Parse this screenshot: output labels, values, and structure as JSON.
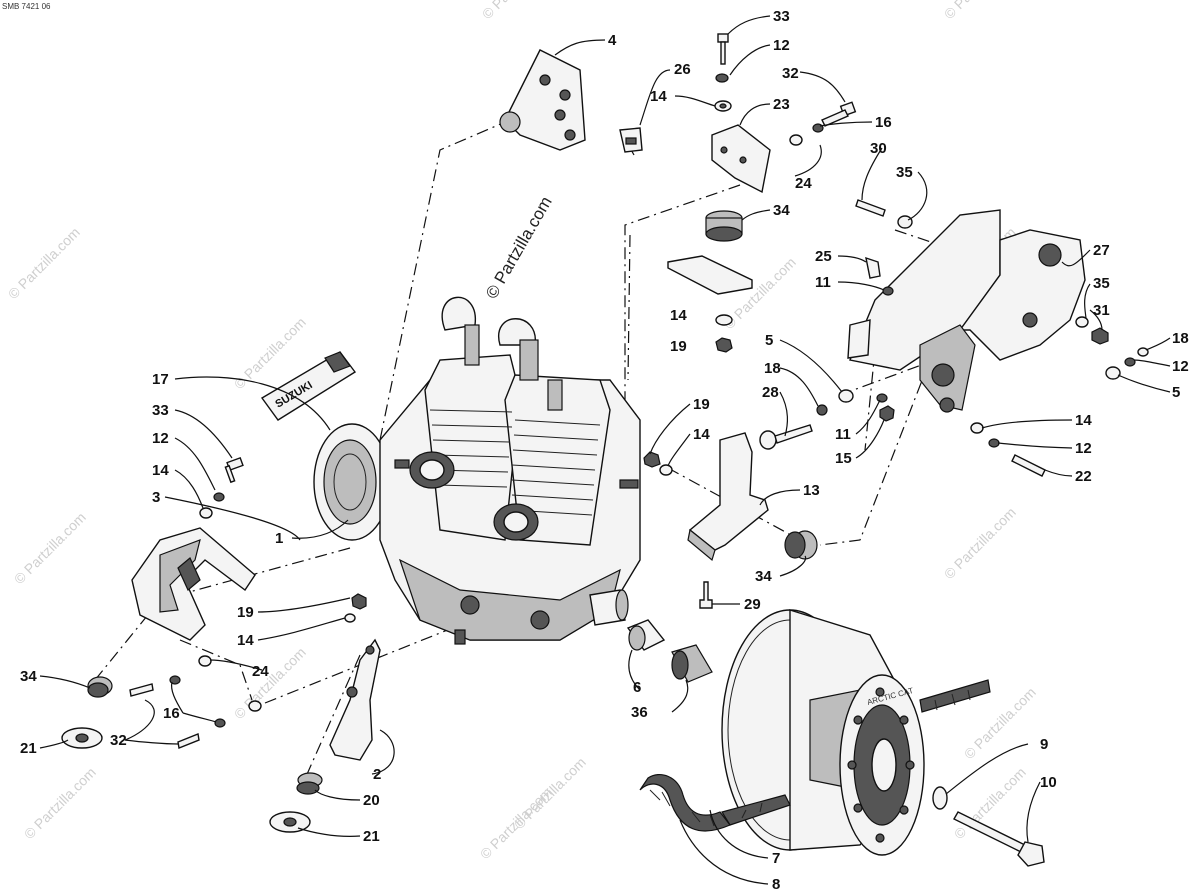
{
  "header_code": "SMB 7421 06",
  "watermark": "© Partzilla.com",
  "watermark_main": "© Partzilla.com",
  "decal_text": "SUZUKI",
  "clutch_text": "ARCTIC CAT",
  "callouts": {
    "c1": "1",
    "c2": "2",
    "c3": "3",
    "c4": "4",
    "c5a": "5",
    "c5b": "5",
    "c6": "6",
    "c7": "7",
    "c8": "8",
    "c9": "9",
    "c10": "10",
    "c11a": "11",
    "c11b": "11",
    "c12a": "12",
    "c12b": "12",
    "c12c": "12",
    "c12d": "12",
    "c13": "13",
    "c14a": "14",
    "c14b": "14",
    "c14c": "14",
    "c14d": "14",
    "c14e": "14",
    "c14f": "14",
    "c15": "15",
    "c16a": "16",
    "c16b": "16",
    "c17": "17",
    "c18a": "18",
    "c18b": "18",
    "c19a": "19",
    "c19b": "19",
    "c19c": "19",
    "c20": "20",
    "c21a": "21",
    "c21b": "21",
    "c22": "22",
    "c23": "23",
    "c24a": "24",
    "c24b": "24",
    "c25": "25",
    "c26": "26",
    "c27": "27",
    "c28": "28",
    "c29": "29",
    "c30": "30",
    "c31": "31",
    "c32a": "32",
    "c32b": "32",
    "c33a": "33",
    "c33b": "33",
    "c34a": "34",
    "c34b": "34",
    "c34c": "34",
    "c35a": "35",
    "c35b": "35",
    "c36": "36"
  }
}
